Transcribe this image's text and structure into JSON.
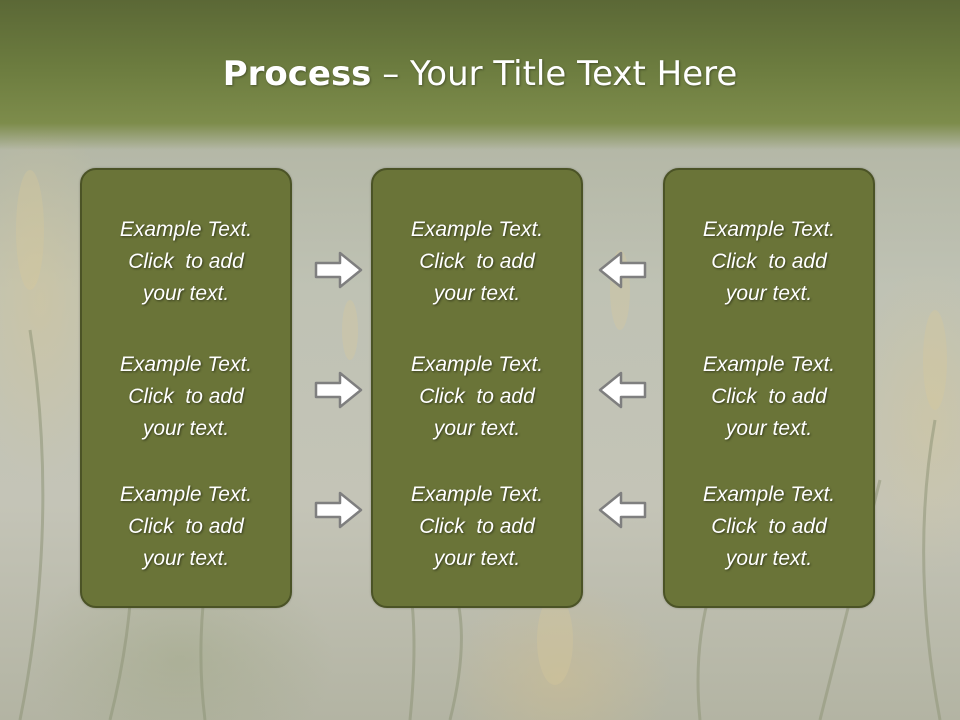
{
  "slide": {
    "title_bold": "Process",
    "title_rest": " – Your Title Text Here"
  },
  "columns": [
    {
      "items": [
        [
          "Example Text.",
          "Click  to add",
          "your text."
        ],
        [
          "Example Text.",
          "Click  to add",
          "your text."
        ],
        [
          "Example Text.",
          "Click  to add",
          "your text."
        ]
      ]
    },
    {
      "items": [
        [
          "Example Text.",
          "Click  to add",
          "your text."
        ],
        [
          "Example Text.",
          "Click  to add",
          "your text."
        ],
        [
          "Example Text.",
          "Click  to add",
          "your text."
        ]
      ]
    },
    {
      "items": [
        [
          "Example Text.",
          "Click  to add",
          "your text."
        ],
        [
          "Example Text.",
          "Click  to add",
          "your text."
        ],
        [
          "Example Text.",
          "Click  to add",
          "your text."
        ]
      ]
    }
  ],
  "arrows": {
    "left_group": "right-arrow-icon",
    "right_group": "left-arrow-icon"
  },
  "colors": {
    "header": "#6c7c3f",
    "box_fill": "#6a7438",
    "box_border": "#4b5326",
    "arrow_fill": "#ffffff",
    "arrow_stroke": "#7f7f7f"
  }
}
